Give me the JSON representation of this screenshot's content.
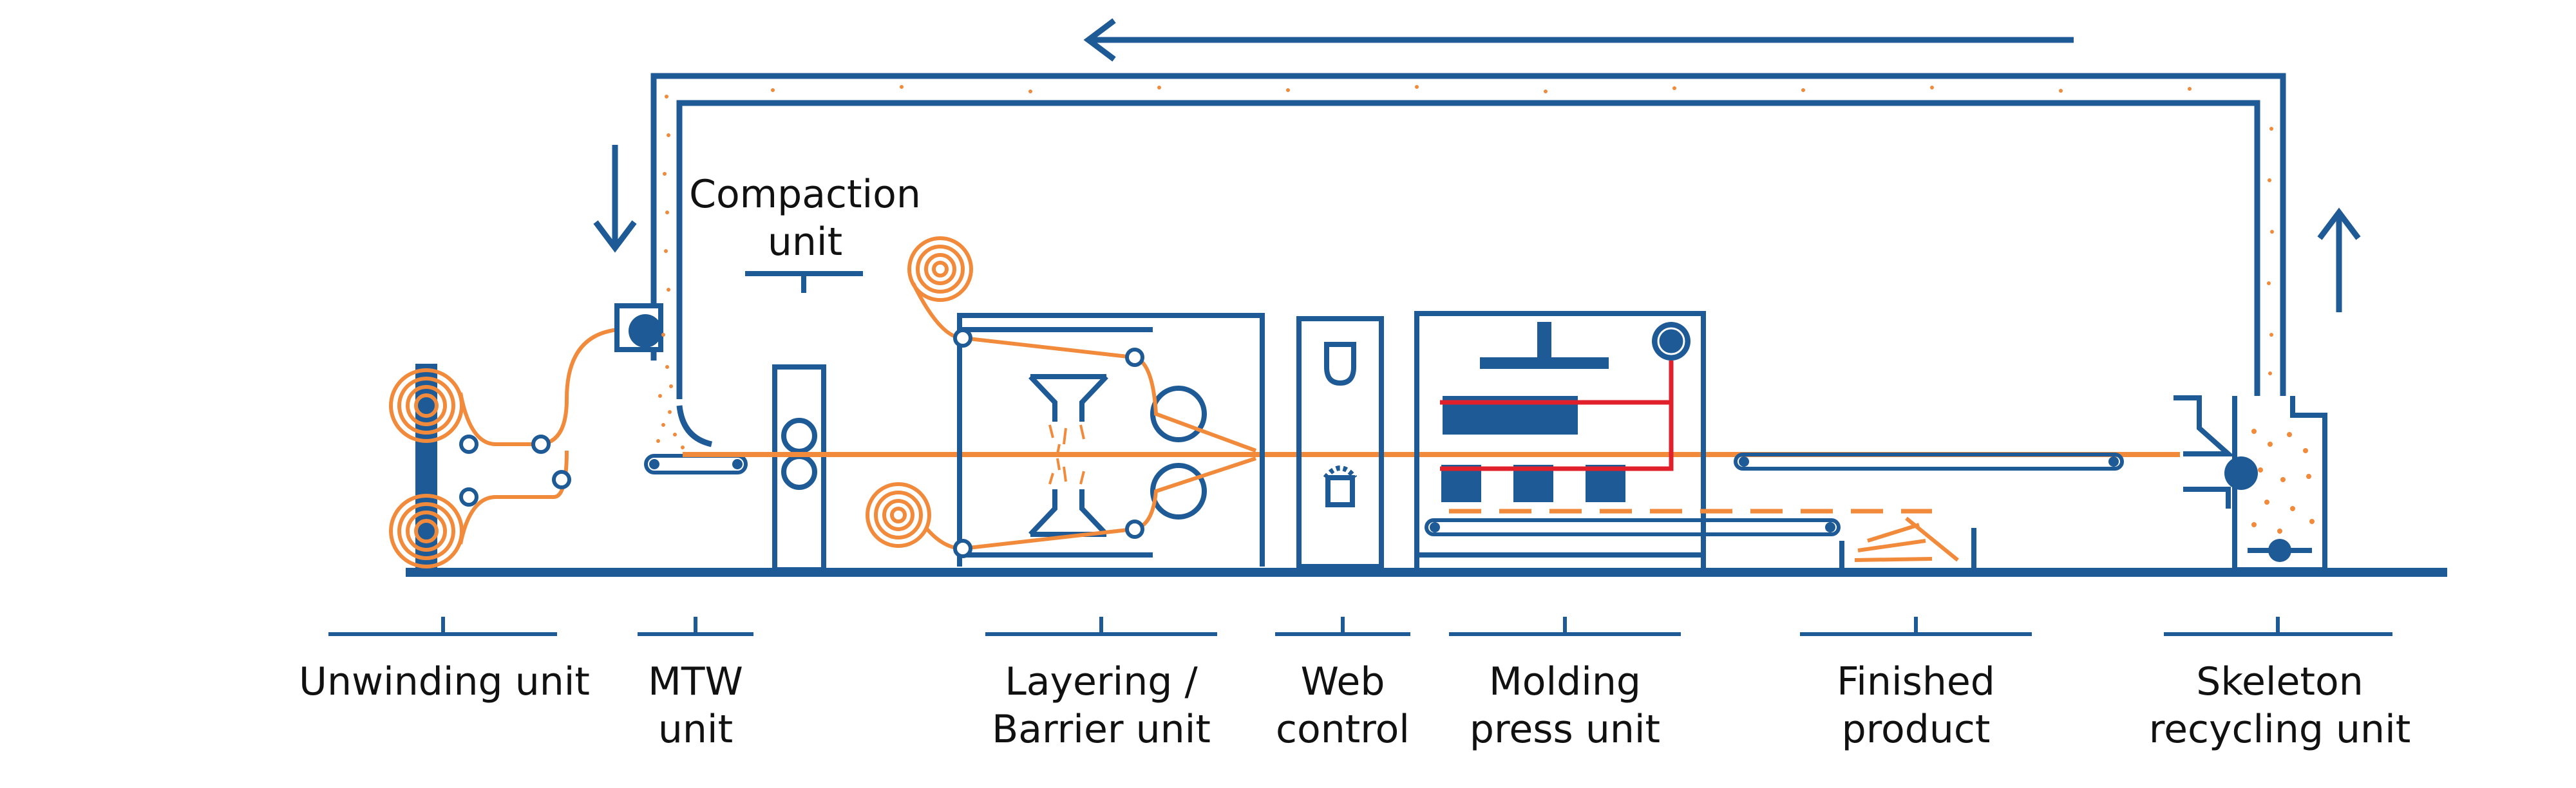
{
  "colors": {
    "blue": "#1e5a96",
    "orange": "#f28a3c",
    "red": "#e0202a",
    "text": "#111111"
  },
  "labels": {
    "compaction": [
      "Compaction",
      "unit"
    ],
    "unwinding": [
      "Unwinding unit"
    ],
    "mtw": [
      "MTW",
      "unit"
    ],
    "layering": [
      "Layering /",
      "Barrier unit"
    ],
    "web": [
      "Web",
      "control"
    ],
    "molding": [
      "Molding",
      "press unit"
    ],
    "finished": [
      "Finished",
      "product"
    ],
    "skeleton": [
      "Skeleton",
      "recycling unit"
    ]
  }
}
